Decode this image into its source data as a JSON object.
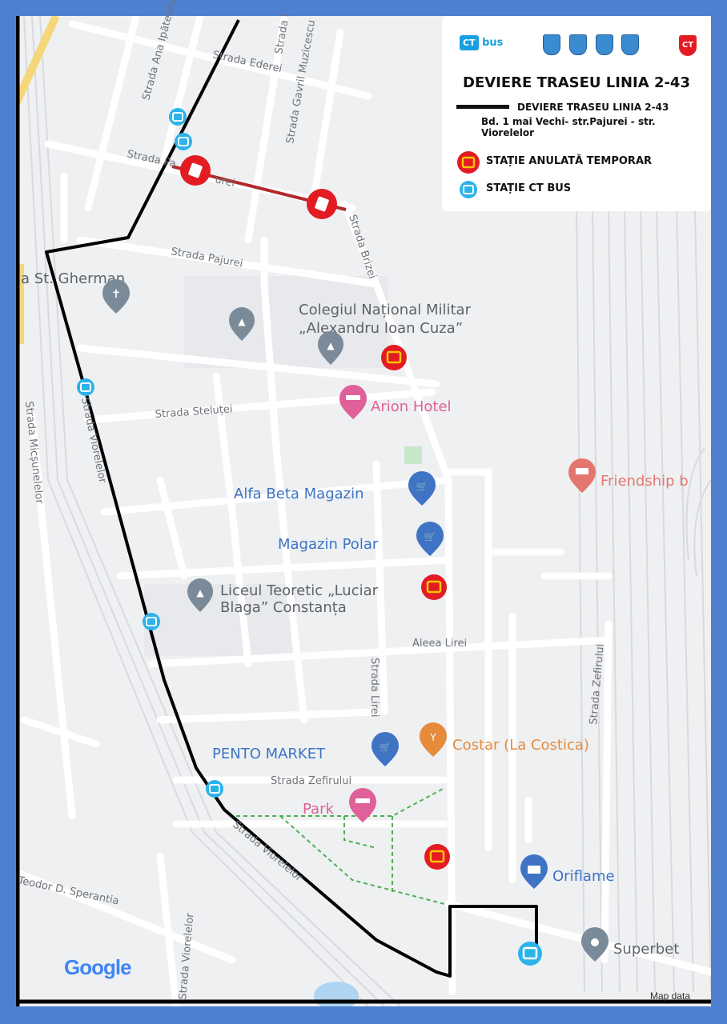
{
  "legend": {
    "ct_bus_logo": "bus",
    "ct_brand": "CT",
    "title": "DEVIERE TRASEU LINIA 2-43",
    "route_label": "DEVIERE TRASEU LINIA 2-43",
    "route_desc": "Bd. 1 mai Vechi- str.Pajurei - str. Viorelelor",
    "cancelled_label": "STAȚIE ANULATĂ TEMPORAR",
    "ctbus_label": "STAȚIE CT BUS"
  },
  "streets": {
    "ana_ipatescu": "Strada Ana Ipătescu",
    "ederei": "Strada Ederei",
    "gavril": "Strada Gavril Muzicescu",
    "strada_i": "Strada I",
    "pajurei_top": "Strada Pa",
    "pajurei_top2": "urei",
    "pajurei": "Strada Pajurei",
    "brizei": "Strada Brizei",
    "stelutei": "Strada Steluței",
    "viorelelor": "Strada Viorelelor",
    "micsunelelor": "Strada Micșunelelor",
    "aleea_lirei": "Aleea Lirei",
    "lirei": "Strada Lirei",
    "zefirului": "Strada Zefirului",
    "zefirului2": "Strada Zefirului",
    "teodor": "Teodor D. Sperantia",
    "viorelelor2": "Strada Viorelelor",
    "viorelelor3": "Strada Viorelelor"
  },
  "places": {
    "gherman": "a St. Gherman",
    "colegiul1": "Colegiul Național Militar",
    "colegiul2": "„Alexandru Ioan Cuza”",
    "arion": "Arion Hotel",
    "friendship": "Friendship b",
    "alfa": "Alfa Beta Magazin",
    "polar": "Magazin Polar",
    "liceul1": "Liceul Teoretic „Luciar",
    "liceul2": "Blaga” Constanța",
    "pento": "PENTO MARKET",
    "costar": "Costar (La Costica)",
    "park": "Park",
    "oriflame": "Oriflame",
    "superbet": "Superbet"
  },
  "branding": {
    "google": "Google",
    "map_data": "Map data"
  },
  "colors": {
    "route": "#000000",
    "closed_street": "#b22a2a",
    "cancelled_stop": "#e31b23",
    "ctbus_stop": "#2bb3ea",
    "frame": "#4f80cf"
  }
}
